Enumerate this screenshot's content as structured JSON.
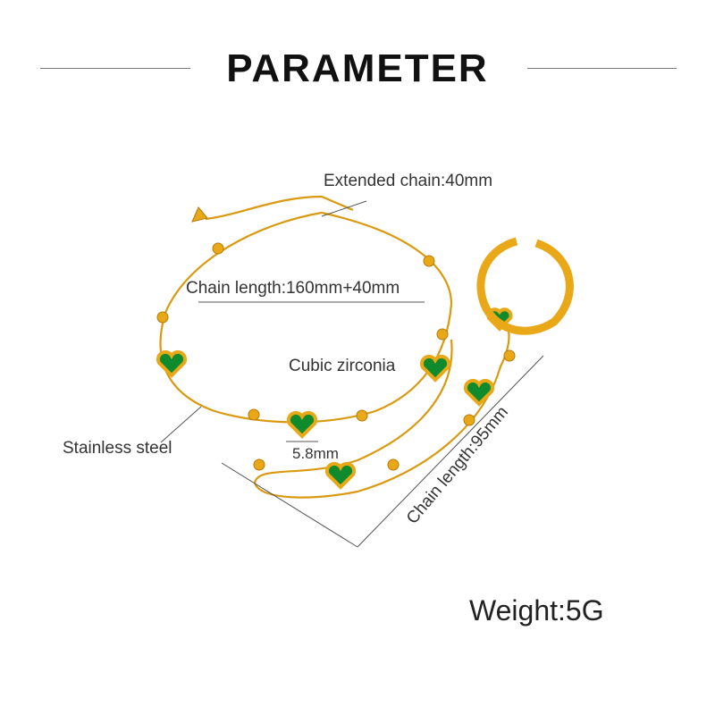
{
  "title": "PARAMETER",
  "labels": {
    "extended_chain": "Extended chain:40mm",
    "chain_length_bracelet": "Chain length:160mm+40mm",
    "stone": "Cubic zirconia",
    "material": "Stainless steel",
    "stone_size": "5.8mm",
    "chain_length_ring": "Chain length:95mm",
    "weight": "Weight:5G"
  },
  "colors": {
    "gold": "#e8a817",
    "gold_dark": "#b97a08",
    "emerald": "#0f8a2c",
    "line": "#555555"
  }
}
